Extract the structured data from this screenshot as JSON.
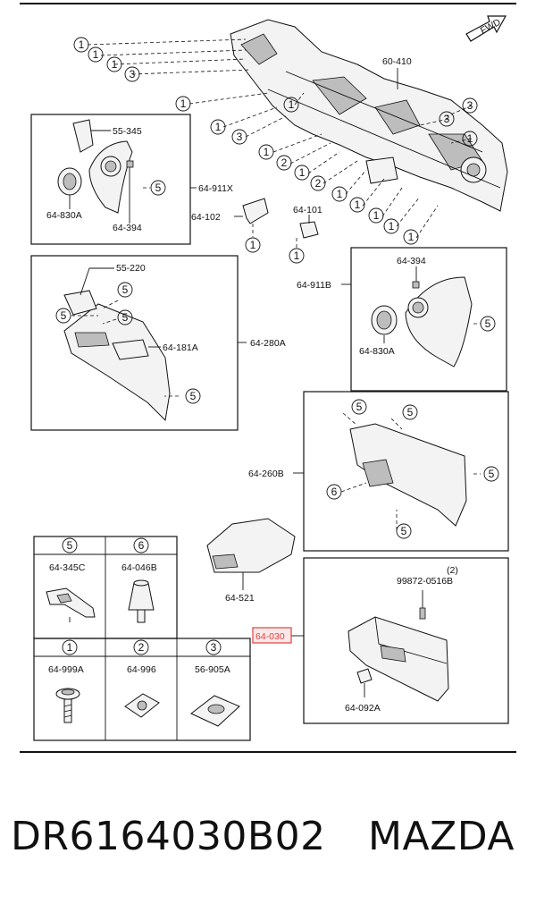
{
  "callouts": {
    "one": "1",
    "two": "2",
    "three": "3",
    "five": "5",
    "six": "6"
  },
  "parts": {
    "p_60_410": "60-410",
    "p_55_345": "55-345",
    "p_64_830A": "64-830A",
    "p_64_394": "64-394",
    "p_64_911X": "64-911X",
    "p_64_102": "64-102",
    "p_64_101": "64-101",
    "p_55_220": "55-220",
    "p_64_181A": "64-181A",
    "p_64_280A": "64-280A",
    "p_64_911B": "64-911B",
    "p_64_260B": "64-260B",
    "p_64_521": "64-521",
    "p_64_030": "64-030",
    "p_99872_0516B": "99872-0516B",
    "p_qty2": "(2)",
    "p_64_092A": "64-092A"
  },
  "legend": {
    "cells": [
      {
        "num": "5",
        "code": "64-345C"
      },
      {
        "num": "6",
        "code": "64-046B"
      },
      {
        "num": "1",
        "code": "64-999A"
      },
      {
        "num": "2",
        "code": "64-996"
      },
      {
        "num": "3",
        "code": "56-905A"
      }
    ]
  },
  "fwd_label": "FWD",
  "highlight_color": "#e04040",
  "footer": {
    "part_number": "DR6164030B02",
    "brand": "MAZDA"
  }
}
